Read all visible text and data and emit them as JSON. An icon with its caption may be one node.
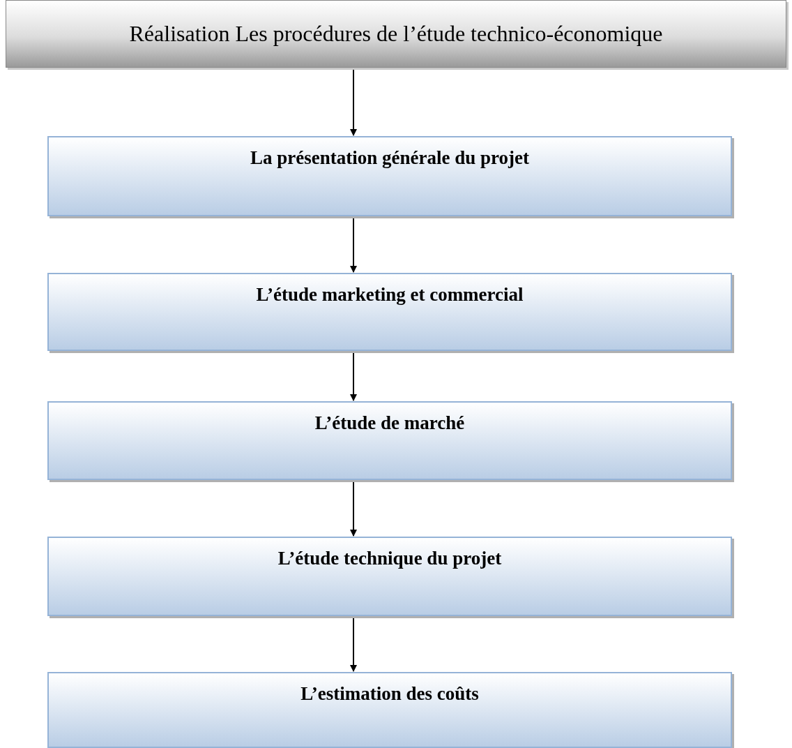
{
  "diagram": {
    "nodes": [
      {
        "text": [
          "Réalisation Les procédures de l’étude technico-économique"
        ]
      },
      {
        "text": [
          "La présentation générale du projet"
        ]
      },
      {
        "text": [
          "L’étude marketing et commercial"
        ]
      },
      {
        "text": [
          "L’étude de marché"
        ]
      },
      {
        "text": [
          "L’étude technique du projet"
        ]
      },
      {
        "text": [
          "L’estimation des coûts"
        ]
      }
    ],
    "edges": [
      {
        "from": 0,
        "to": 1,
        "arrow": "to"
      },
      {
        "from": 1,
        "to": 2,
        "arrow": "to"
      },
      {
        "from": 2,
        "to": 3,
        "arrow": "to"
      },
      {
        "from": 3,
        "to": 4,
        "arrow": "to"
      },
      {
        "from": 4,
        "to": 5,
        "arrow": "to"
      }
    ]
  }
}
